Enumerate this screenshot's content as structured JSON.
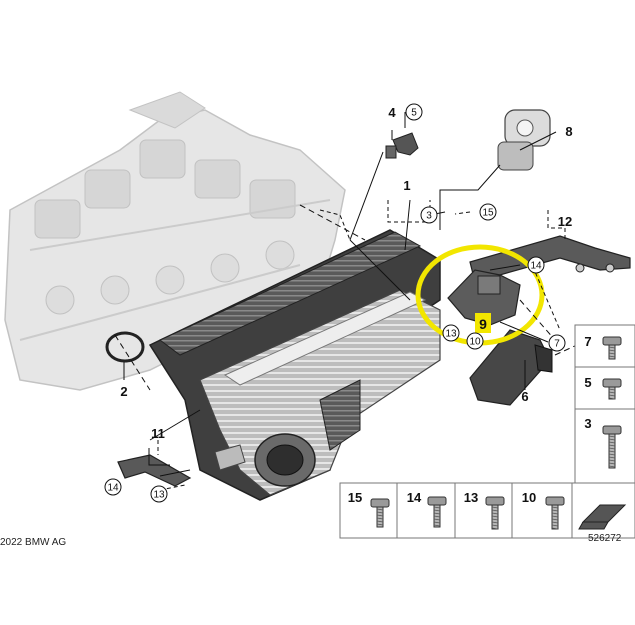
{
  "callouts": {
    "part_1": "1",
    "part_2": "2",
    "part_3": "3",
    "part_4": "4",
    "part_5": "5",
    "part_6": "6",
    "part_7": "7",
    "part_8": "8",
    "part_9": "9",
    "part_10": "10",
    "part_11": "11",
    "part_12": "12",
    "part_13": "13",
    "part_13b": "13",
    "part_14": "14",
    "part_14b": "14",
    "part_15": "15"
  },
  "legend": {
    "right": [
      "7",
      "5",
      "3"
    ],
    "bottom": [
      "15",
      "14",
      "13",
      "10"
    ]
  },
  "footer": {
    "copyright": "2022 BMW AG",
    "drawing_number": "526272"
  },
  "colors": {
    "highlight": "#f2e600",
    "part_dark": "#4a4a4a",
    "part_light": "#d8d8d8",
    "ghost": "#c9c9c9"
  }
}
